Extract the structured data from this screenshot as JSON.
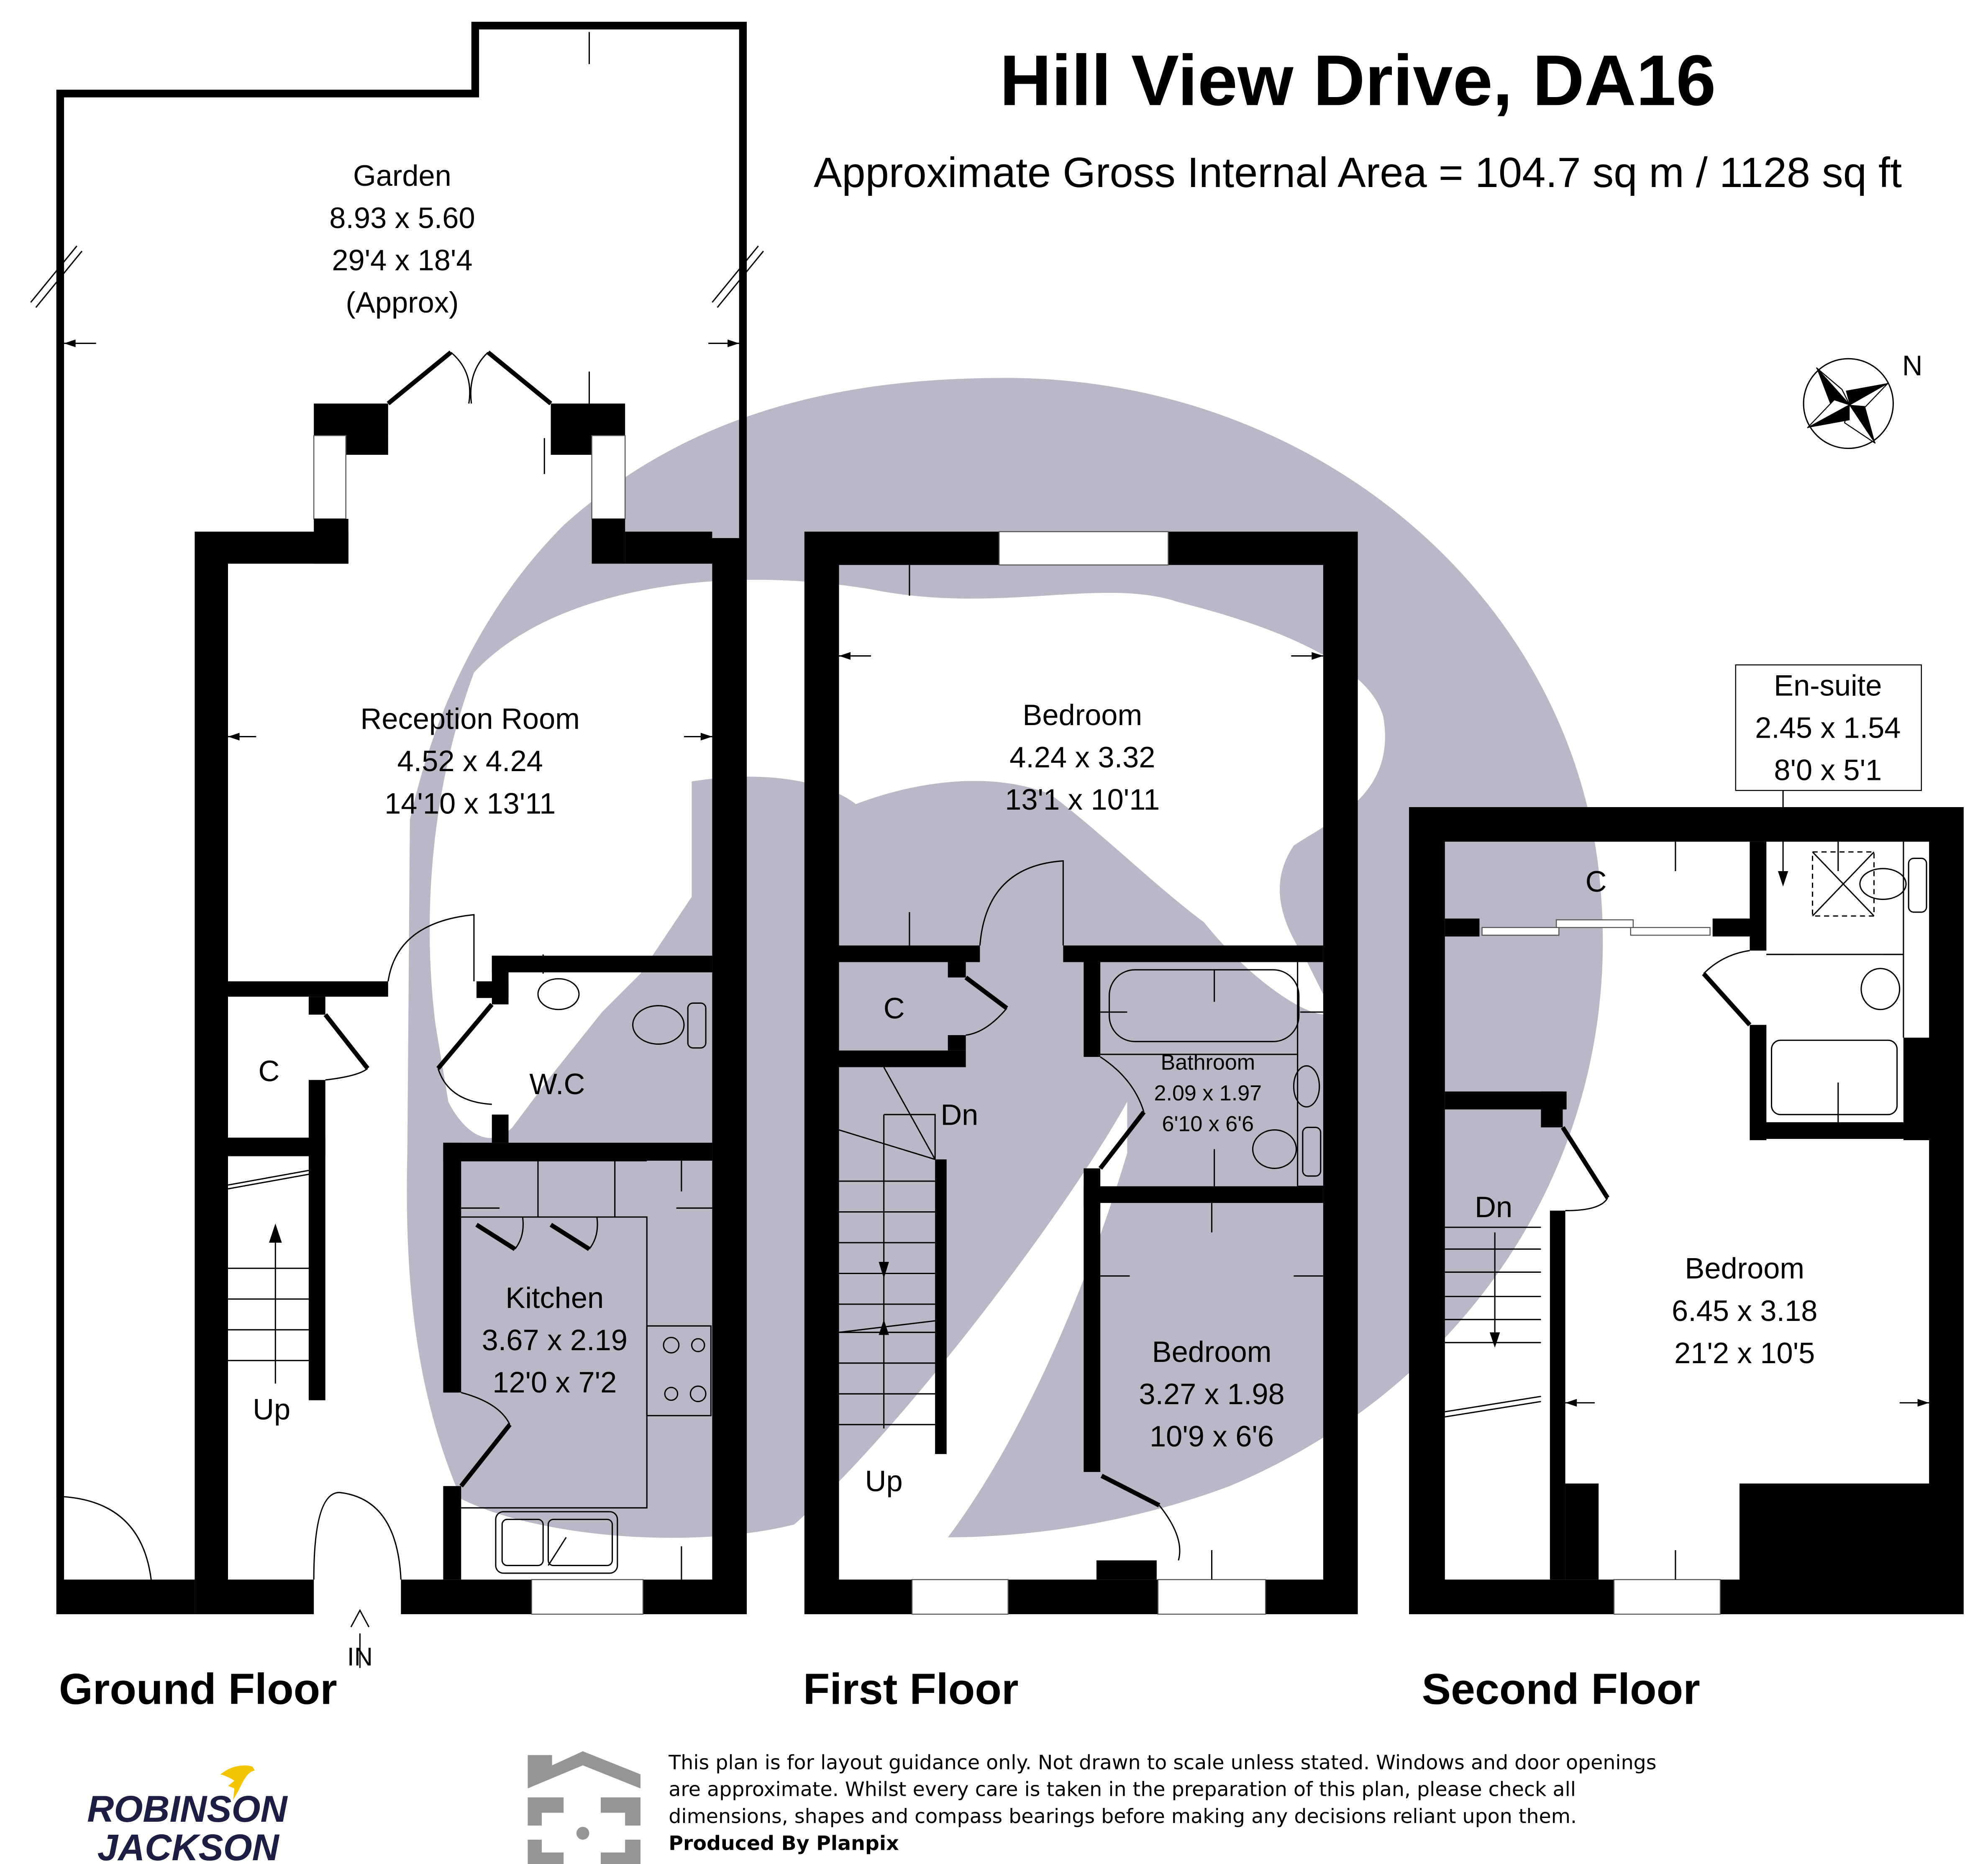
{
  "header": {
    "title": "Hill View Drive, DA16",
    "subtitle": "Approximate Gross Internal Area = 104.7 sq m / 1128 sq ft"
  },
  "compass": {
    "label": "N",
    "icon": "compass-rose-icon"
  },
  "colors": {
    "walls": "#000000",
    "watermark": "#b9b8c6",
    "logo_text": "#1e1d44",
    "logo_bird": "#f5c400",
    "planpix_icon": "#959595"
  },
  "floors": {
    "ground": {
      "label": "Ground Floor",
      "entrance_label": "IN",
      "rooms": [
        {
          "name": "Garden",
          "metric": "8.93 x 5.60",
          "imperial": "29'4 x 18'4",
          "note": "(Approx)"
        },
        {
          "name": "Reception Room",
          "metric": "4.52 x 4.24",
          "imperial": "14'10 x 13'11"
        },
        {
          "name": "W.C"
        },
        {
          "name": "C"
        },
        {
          "name": "Kitchen",
          "metric": "3.67 x 2.19",
          "imperial": "12'0 x 7'2"
        }
      ],
      "stairs_label": "Up"
    },
    "first": {
      "label": "First Floor",
      "rooms": [
        {
          "name": "Bedroom",
          "metric": "4.24 x 3.32",
          "imperial": "13'1 x 10'11"
        },
        {
          "name": "C"
        },
        {
          "name": "Bathroom",
          "metric": "2.09 x 1.97",
          "imperial": "6'10 x 6'6"
        },
        {
          "name": "Bedroom",
          "metric": "3.27 x 1.98",
          "imperial": "10'9 x 6'6"
        }
      ],
      "stairs_down_label": "Dn",
      "stairs_up_label": "Up"
    },
    "second": {
      "label": "Second Floor",
      "rooms": [
        {
          "name": "En-suite",
          "metric": "2.45 x 1.54",
          "imperial": "8'0 x 5'1"
        },
        {
          "name": "C"
        },
        {
          "name": "Bedroom",
          "metric": "6.45 x 3.18",
          "imperial": "21'2 x 10'5"
        }
      ],
      "stairs_down_label": "Dn"
    }
  },
  "footer": {
    "agent_logo": {
      "line1": "ROBINSON",
      "line2": "JACKSON"
    },
    "disclaimer": [
      "This plan is for layout guidance only. Not drawn to scale unless stated. Windows and door openings",
      "are approximate. Whilst every care is taken in the preparation of this plan, please check all",
      "dimensions, shapes and compass bearings before making any decisions reliant upon them."
    ],
    "producer": "Produced By Planpix"
  }
}
